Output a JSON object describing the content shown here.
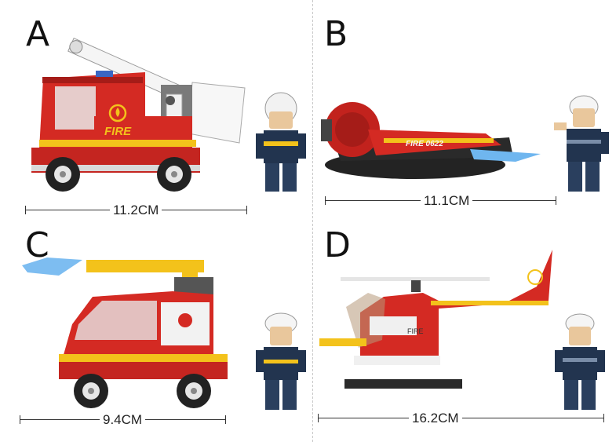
{
  "panels": [
    {
      "letter": "A",
      "measurement": "11.2CM",
      "vehicle_text": "FIRE"
    },
    {
      "letter": "B",
      "measurement": "11.1CM",
      "vehicle_text": "FIRE 0622"
    },
    {
      "letter": "C",
      "measurement": "9.4CM"
    },
    {
      "letter": "D",
      "measurement": "16.2CM",
      "vehicle_text": "FIRE"
    }
  ],
  "colors": {
    "fire_red": "#d42a23",
    "dark_red": "#a51c18",
    "yellow": "#f3c21b",
    "white": "#f5f5f5",
    "gray": "#6b6b6b",
    "dark_gray": "#2f2f2f",
    "navy": "#22344f",
    "skin": "#e9c79c",
    "blue_water": "#6fb6ef"
  }
}
